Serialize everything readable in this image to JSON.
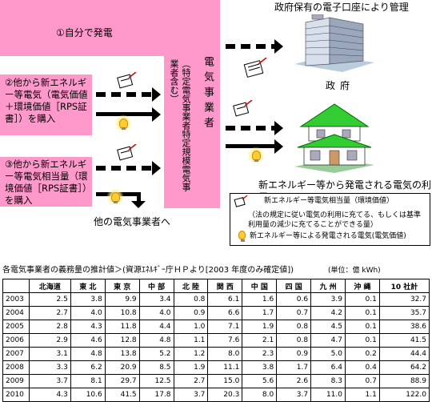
{
  "diagram": {
    "top_caption": "政府保有の電子口座により管理",
    "own_generation": "①自分で発電",
    "box2": "②他から新エネルギー等電気（電気価値＋環境価値［RPS証書］）を購入",
    "box3": "③他から新エネルギー等電気相当量（環境価値［RPS証書］）を購入",
    "vertical_main": "電気事業者",
    "vertical_sub": "（特定電気事業者特定規模電気事業者含む）",
    "government": "政府",
    "house_caption": "新エネルギー等から発電される電気の利用",
    "other_utilities": "他の電気事業者へ",
    "legend": {
      "item1": "新エネルギー等電気相当量（環境価値）",
      "item1_note": "（法の規定に従い電気の利用に充てる、もしくは基準利用量の減少に充てることができる量）",
      "item2": "新エネルギー等による発電される電気(電気価値)"
    },
    "colors": {
      "pink": "#ff99cc",
      "green_roof": "#33cc33"
    },
    "icons": [
      "certificate-icon",
      "bulb-icon",
      "building-icon",
      "house-icon"
    ]
  },
  "table": {
    "title": "各電気事業者の義務量の推計値＞(資源ｴﾈﾙｷﾞｰ庁ＨＰより[2003 年度のみ確定値])",
    "unit": "(単位：億 kWh)",
    "headers": [
      "",
      "北海道",
      "東 北",
      "東 京",
      "中 部",
      "北 陸",
      "関 西",
      "中 国",
      "四 国",
      "九 州",
      "沖 縄",
      "10 社計"
    ],
    "rows": [
      [
        "2003",
        "2.5",
        "3.8",
        "9.9",
        "3.4",
        "0.8",
        "6.1",
        "1.6",
        "0.6",
        "3.9",
        "0.1",
        "32.7"
      ],
      [
        "2004",
        "2.7",
        "4.0",
        "10.8",
        "4.0",
        "0.9",
        "6.6",
        "1.7",
        "0.7",
        "4.2",
        "0.1",
        "35.7"
      ],
      [
        "2005",
        "2.8",
        "4.3",
        "11.8",
        "4.4",
        "1.0",
        "7.1",
        "1.9",
        "0.8",
        "4.5",
        "0.1",
        "38.6"
      ],
      [
        "2006",
        "2.9",
        "4.6",
        "12.8",
        "4.8",
        "1.1",
        "7.6",
        "2.1",
        "0.8",
        "4.7",
        "0.1",
        "41.5"
      ],
      [
        "2007",
        "3.1",
        "4.8",
        "13.8",
        "5.2",
        "1.2",
        "8.0",
        "2.3",
        "0.9",
        "5.0",
        "0.2",
        "44.4"
      ],
      [
        "2008",
        "3.3",
        "6.2",
        "20.9",
        "8.5",
        "1.9",
        "11.1",
        "3.8",
        "1.7",
        "6.4",
        "0.4",
        "64.2"
      ],
      [
        "2009",
        "3.7",
        "8.1",
        "29.7",
        "12.5",
        "2.7",
        "15.0",
        "5.6",
        "2.6",
        "8.3",
        "0.7",
        "88.9"
      ],
      [
        "2010",
        "4.3",
        "10.6",
        "41.5",
        "17.8",
        "3.7",
        "20.3",
        "8.0",
        "3.7",
        "11.0",
        "1.1",
        "122.0"
      ]
    ]
  }
}
